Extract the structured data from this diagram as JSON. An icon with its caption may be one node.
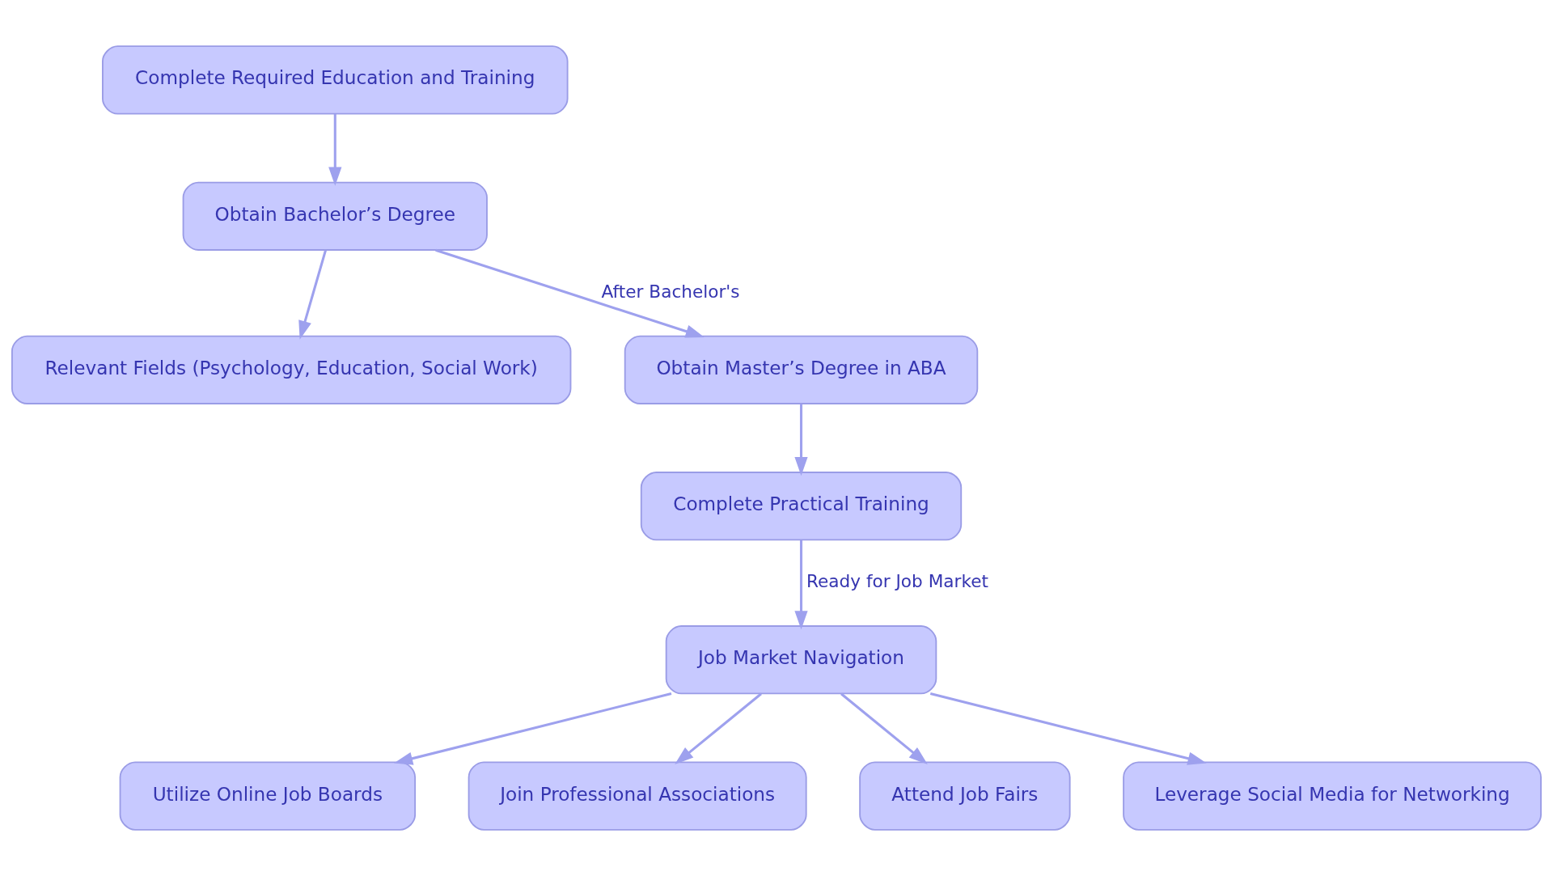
{
  "diagram": {
    "nodes": [
      {
        "text": [
          "Complete Required Education and Training"
        ]
      },
      {
        "text": [
          "Obtain Bachelor’s Degree"
        ]
      },
      {
        "text": [
          "Relevant Fields (Psychology, Education, Social Work)"
        ]
      },
      {
        "text": [
          "Obtain Master’s Degree in ABA"
        ]
      },
      {
        "text": [
          "Complete Practical Training"
        ]
      },
      {
        "text": [
          "Job Market Navigation"
        ]
      },
      {
        "text": [
          "Utilize Online Job Boards"
        ]
      },
      {
        "text": [
          "Join Professional Associations"
        ]
      },
      {
        "text": [
          "Attend Job Fairs"
        ]
      },
      {
        "text": [
          "Leverage Social Media for Networking"
        ]
      }
    ],
    "edges": [
      {
        "from": 0,
        "to": 1,
        "arrow": "to"
      },
      {
        "from": 1,
        "to": 2,
        "arrow": "to"
      },
      {
        "from": 1,
        "to": 3,
        "arrow": "to",
        "label": "After Bachelor's"
      },
      {
        "from": 3,
        "to": 4,
        "arrow": "to"
      },
      {
        "from": 4,
        "to": 5,
        "arrow": "to",
        "label": "Ready for Job Market"
      },
      {
        "from": 5,
        "to": 6,
        "arrow": "to"
      },
      {
        "from": 5,
        "to": 7,
        "arrow": "to"
      },
      {
        "from": 5,
        "to": 8,
        "arrow": "to"
      },
      {
        "from": 5,
        "to": 9,
        "arrow": "to"
      }
    ]
  }
}
